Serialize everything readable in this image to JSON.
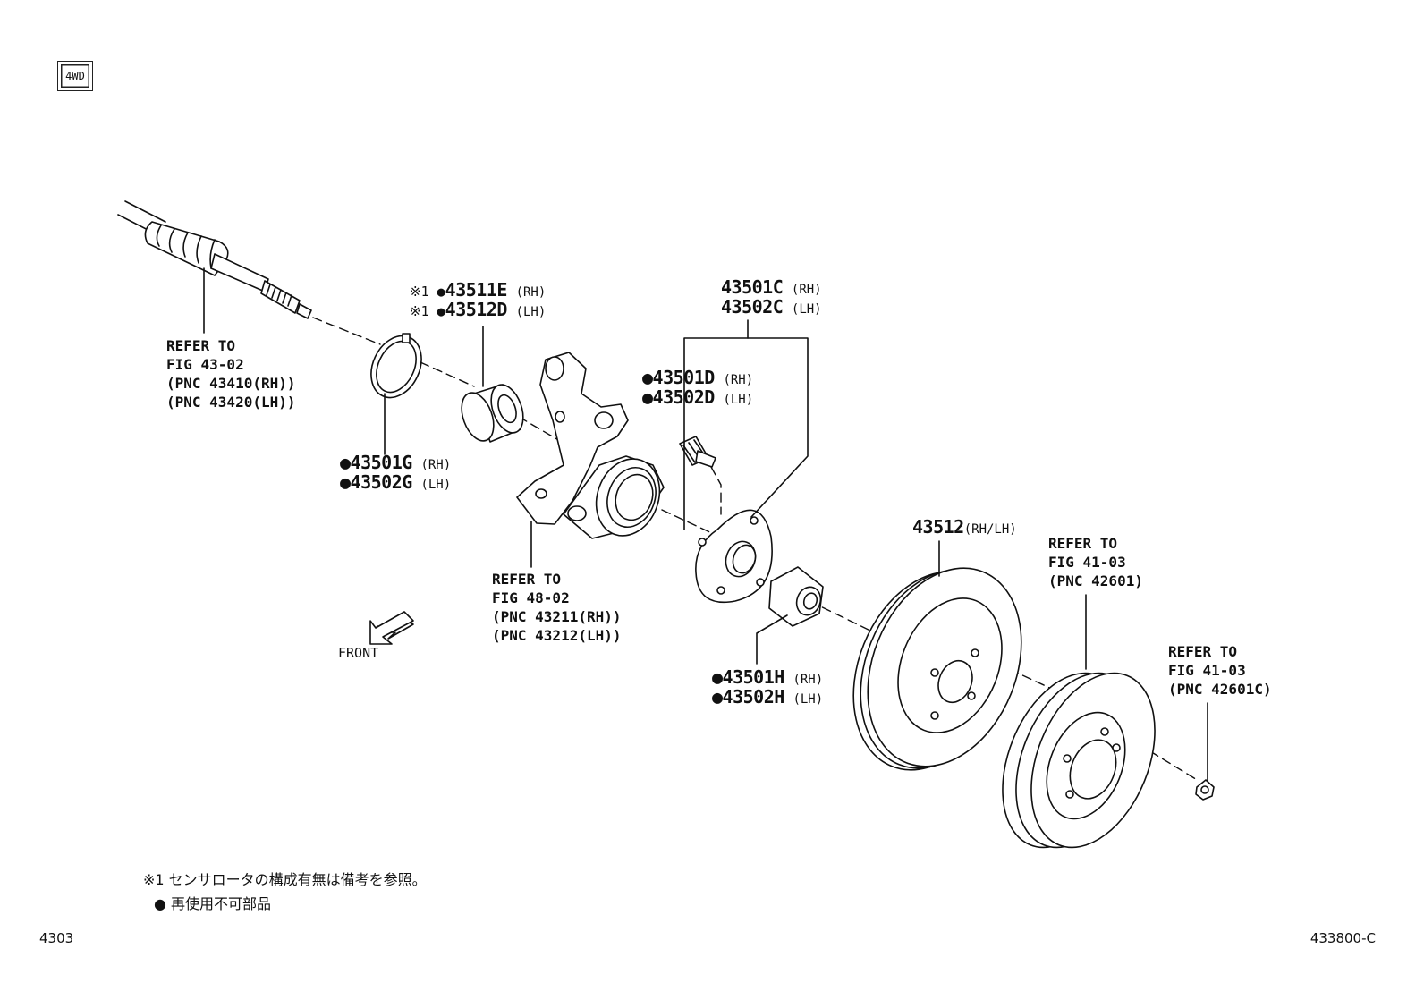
{
  "tag": "4WD",
  "labels": {
    "shaft_ref": [
      "REFER TO",
      "FIG 43-02",
      "(PNC 43410(RH))",
      "(PNC 43420(LH))"
    ],
    "snap_ring": [
      {
        "prefix": "●",
        "part": "43501G",
        "side": "(RH)"
      },
      {
        "prefix": "●",
        "part": "43502G",
        "side": "(LH)"
      }
    ],
    "bearing": [
      {
        "prefix": "※1 ●",
        "part": "43511E",
        "side": "(RH)"
      },
      {
        "prefix": "※1 ●",
        "part": "43512D",
        "side": "(LH)"
      }
    ],
    "knuckle_ref": [
      "REFER TO",
      "FIG 48-02",
      "(PNC 43211(RH))",
      "(PNC 43212(LH))"
    ],
    "hub": [
      {
        "prefix": "",
        "part": "43501C",
        "side": "(RH)"
      },
      {
        "prefix": "",
        "part": "43502C",
        "side": "(LH)"
      }
    ],
    "hub_bolt": [
      {
        "prefix": "●",
        "part": "43501D",
        "side": "(RH)"
      },
      {
        "prefix": "●",
        "part": "43502D",
        "side": "(LH)"
      }
    ],
    "nut": [
      {
        "prefix": "●",
        "part": "43501H",
        "side": "(RH)"
      },
      {
        "prefix": "●",
        "part": "43502H",
        "side": "(LH)"
      }
    ],
    "disc": {
      "part": "43512",
      "side": "(RH/LH)"
    },
    "drum_ref": [
      "REFER TO",
      "FIG 41-03",
      "(PNC 42601)"
    ],
    "wheelnut_ref": [
      "REFER TO",
      "FIG 41-03",
      "(PNC 42601C)"
    ],
    "front": "FRONT"
  },
  "notes": [
    "※1 センサロータの構成有無は備考を参照。",
    "●  再使用不可部品"
  ],
  "page_number": "4303",
  "figure_code": "433800-C",
  "icons": [
    "front-arrow-icon"
  ]
}
